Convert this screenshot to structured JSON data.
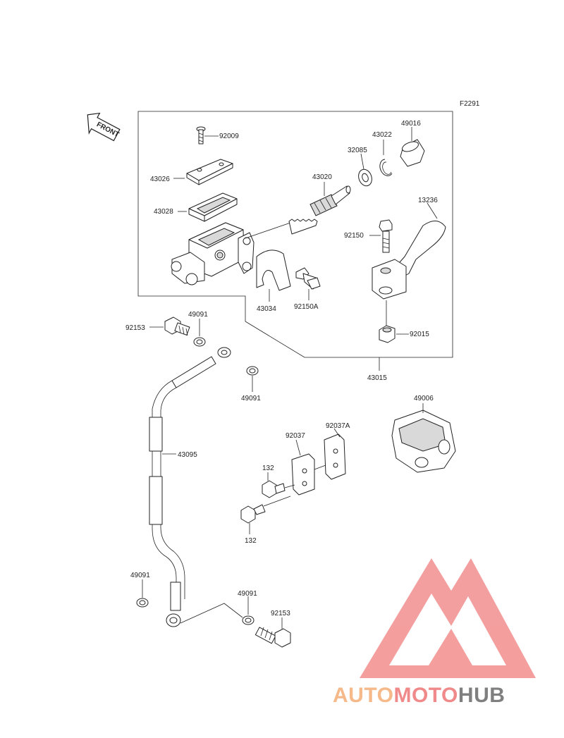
{
  "figure_code": "F2291",
  "front_label": "FRONT",
  "part_labels": {
    "p92009": "92009",
    "p43026": "43026",
    "p43028": "43028",
    "p43020": "43020",
    "p32085": "32085",
    "p43022": "43022",
    "p49016": "49016",
    "p13236": "13236",
    "p92150": "92150",
    "p43034": "43034",
    "p92150A": "92150A",
    "p92015": "92015",
    "p43015": "43015",
    "p92153_top": "92153",
    "p49091_top": "49091",
    "p49091_mid": "49091",
    "p43095": "43095",
    "p49006": "49006",
    "p92037": "92037",
    "p92037A": "92037A",
    "p132_top": "132",
    "p132_bottom": "132",
    "p49091_lowleft": "49091",
    "p49091_lowright": "49091",
    "p92153_bottom": "92153"
  },
  "watermark": {
    "part1": "AUTO",
    "part2": "MOTO",
    "part3": "HUB",
    "color1": "#f5b98a",
    "color2": "#f08a8a",
    "color3": "#7f7f7f",
    "logo_color": "#f07a7a"
  }
}
